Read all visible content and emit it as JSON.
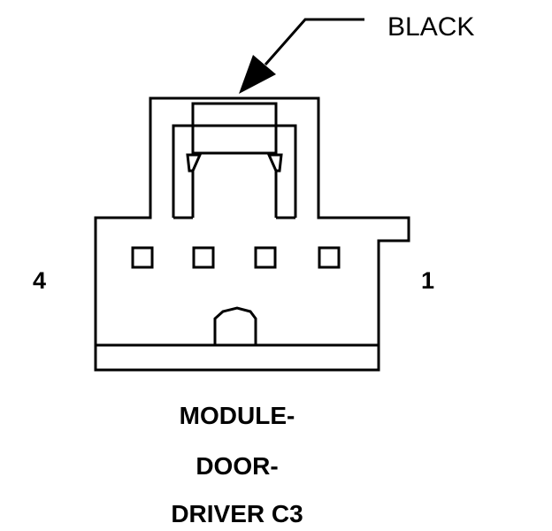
{
  "callout": {
    "color_label": "BLACK"
  },
  "pins": {
    "left": "4",
    "right": "1"
  },
  "title": {
    "line1": "MODULE-",
    "line2": "DOOR-",
    "line3": "DRIVER C3"
  },
  "colors": {
    "ink": "#000000",
    "background": "#ffffff"
  }
}
